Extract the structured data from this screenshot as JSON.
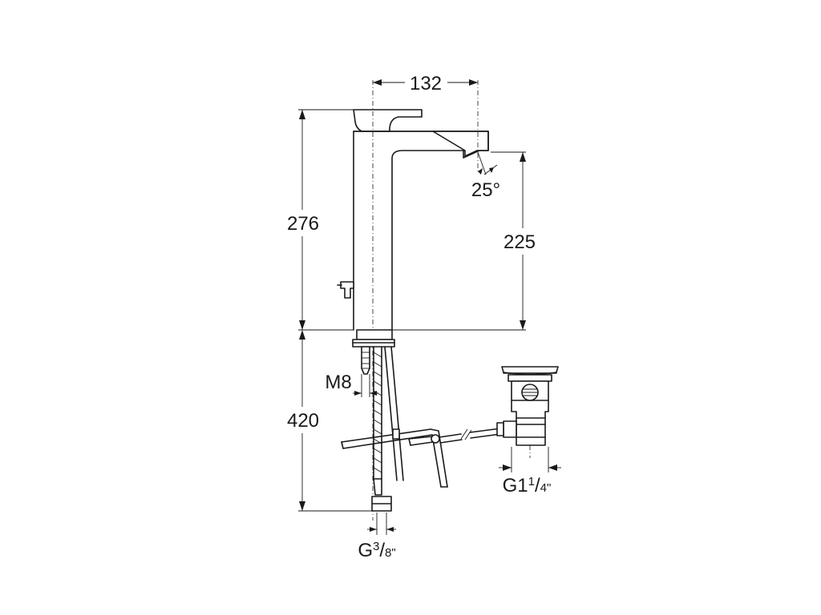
{
  "dimensions": {
    "width_top": "132",
    "total_height": "276",
    "spout_height": "225",
    "angle": "25°",
    "hose_length": "420",
    "thread_m8": "M8",
    "inlet_thread_g": "G",
    "inlet_thread_num": "3",
    "inlet_thread_sep": "/",
    "inlet_thread_den": "8\"",
    "waste_thread_g": "G1",
    "waste_thread_num": "1",
    "waste_thread_sep": "/",
    "waste_thread_den": "4\""
  }
}
